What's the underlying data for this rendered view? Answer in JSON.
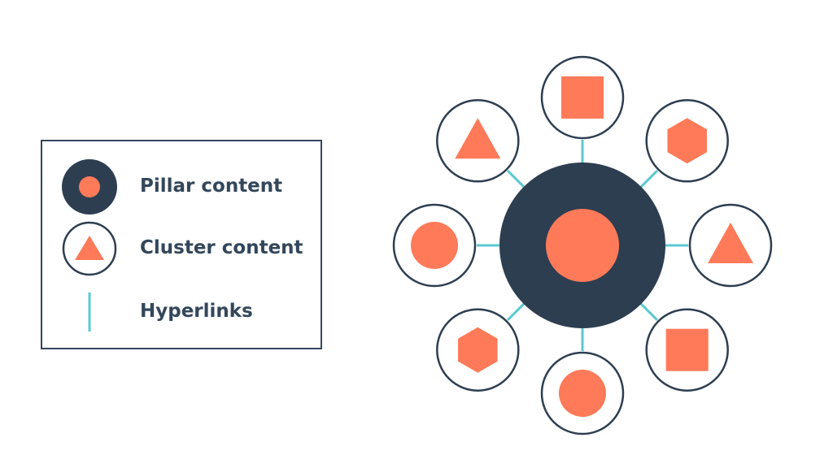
{
  "legend": {
    "pillar": "Pillar content",
    "cluster": "Cluster content",
    "hyperlinks": "Hyperlinks"
  },
  "colors": {
    "dark": "#2d3e50",
    "accent": "#ff7a59",
    "link": "#5bc8d0"
  },
  "cluster_shapes": [
    "square",
    "hexagon",
    "triangle",
    "square",
    "circle",
    "hexagon",
    "circle",
    "triangle"
  ]
}
